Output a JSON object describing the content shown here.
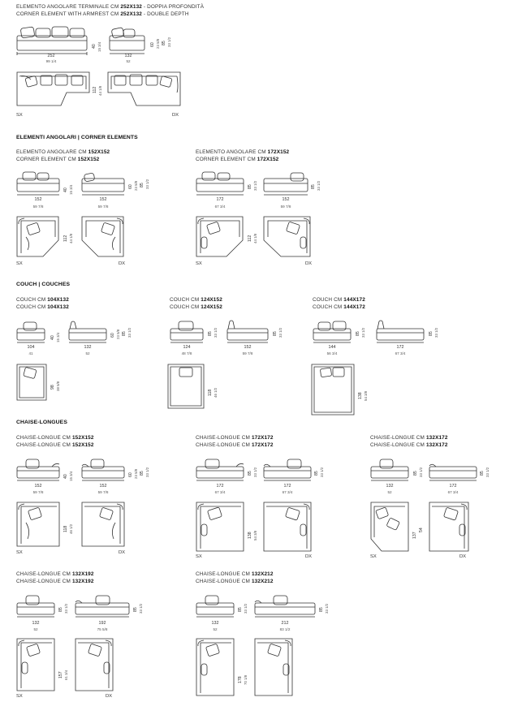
{
  "sections": {
    "terminal": {
      "cap1_plain": "ELEMENTO ANGOLARE TERMINALE CM ",
      "cap1_bold": "252X132",
      "cap1_tail": " - DOPPIA PROFONDITÀ",
      "cap2_plain": "CORNER ELEMENT WITH ARMREST CM ",
      "cap2_bold": "252X132",
      "cap2_tail": " - DOUBLE DEPTH",
      "w1_cm": "252",
      "w1_in": "99 1/4",
      "w2_cm": "132",
      "w2_in": "52",
      "h1_cm": "40",
      "h1_in": "15 3/4",
      "h2_cm": "60",
      "h2_in": "23 5/8",
      "h3_cm": "85",
      "h3_in": "33 1/2",
      "d_cm": "112",
      "d_in": "44 1/8",
      "sx": "SX",
      "dx": "DX"
    },
    "corner": {
      "title": "ELEMENTI ANGOLARI | CORNER ELEMENTS",
      "a_cap1_plain": "ELEMENTO ANGOLARE CM ",
      "a_cap1_bold": "152X152",
      "a_cap2_plain": "CORNER ELEMENT CM ",
      "a_cap2_bold": "152X152",
      "b_cap1_plain": "ELEMENTO ANGOLARE CM ",
      "b_cap1_bold": "172X152",
      "b_cap2_plain": "CORNER ELEMENT CM ",
      "b_cap2_bold": "172X152",
      "a_w1_cm": "152",
      "a_w1_in": "59 7/8",
      "a_w2_cm": "152",
      "a_w2_in": "59 7/8",
      "a_h1_cm": "40",
      "a_h1_in": "15 3/4",
      "a_h2_cm": "60",
      "a_h2_in": "23 5/8",
      "a_h3_cm": "85",
      "a_h3_in": "33 1/2",
      "a_d_cm": "112",
      "a_d_in": "44 1/8",
      "b_w1_cm": "172",
      "b_w1_in": "67 3/4",
      "b_w2_cm": "152",
      "b_w2_in": "59 7/8",
      "b_h1_cm": "85",
      "b_h1_in": "33 1/2",
      "b_h2_cm": "85",
      "b_h2_in": "33 1/2",
      "b_d_cm": "112",
      "b_d_in": "44 1/8",
      "sx": "SX",
      "dx": "DX"
    },
    "couch": {
      "title": "COUCH | COUCHES",
      "a_cap1_plain": "COUCH CM ",
      "a_cap1_bold": "104X132",
      "a_cap2_plain": "COUCH CM ",
      "a_cap2_bold": "104X132",
      "b_cap1_plain": "COUCH CM ",
      "b_cap1_bold": "124X152",
      "b_cap2_plain": "COUCH CM ",
      "b_cap2_bold": "124X152",
      "c_cap1_plain": "COUCH CM ",
      "c_cap1_bold": "144X172",
      "c_cap2_plain": "COUCH CM ",
      "c_cap2_bold": "144X172",
      "a_w1_cm": "104",
      "a_w1_in": "41",
      "a_w2_cm": "132",
      "a_w2_in": "52",
      "a_h1_cm": "40",
      "a_h1_in": "15 3/4",
      "a_h2_cm": "60",
      "a_h2_in": "23 5/8",
      "a_h3_cm": "85",
      "a_h3_in": "33 1/2",
      "a_d_cm": "98",
      "a_d_in": "38 5/8",
      "b_w1_cm": "124",
      "b_w1_in": "48 7/8",
      "b_w2_cm": "152",
      "b_w2_in": "59 7/8",
      "b_h1_cm": "85",
      "b_h1_in": "33 1/2",
      "b_h2_cm": "85",
      "b_h2_in": "33 1/2",
      "b_d_cm": "118",
      "b_d_in": "46 1/2",
      "c_w1_cm": "144",
      "c_w1_in": "56 3/4",
      "c_w2_cm": "172",
      "c_w2_in": "67 3/4",
      "c_h1_cm": "85",
      "c_h1_in": "33 1/2",
      "c_h2_cm": "85",
      "c_h2_in": "33 1/2",
      "c_d_cm": "138",
      "c_d_in": "54 3/8"
    },
    "chaise": {
      "title": "CHAISE-LONGUES",
      "a_cap1_plain": "CHAISE-LONGUE CM ",
      "a_cap1_bold": "152X152",
      "a_cap2_plain": "CHAISE-LONGUE CM ",
      "a_cap2_bold": "152X152",
      "b_cap1_plain": "CHAISE-LONGUE CM ",
      "b_cap1_bold": "172X172",
      "b_cap2_plain": "CHAISE-LONGUE CM ",
      "b_cap2_bold": "172X172",
      "c_cap1_plain": "CHAISE-LONGUE CM ",
      "c_cap1_bold": "132X172",
      "c_cap2_plain": "CHAISE-LONGUE CM ",
      "c_cap2_bold": "132X172",
      "d_cap1_plain": "CHAISE-LONGUE CM ",
      "d_cap1_bold": "132X192",
      "d_cap2_plain": "CHAISE-LONGUE CM ",
      "d_cap2_bold": "132X192",
      "e_cap1_plain": "CHAISE-LONGUE CM ",
      "e_cap1_bold": "132X212",
      "e_cap2_plain": "CHAISE-LONGUE CM ",
      "e_cap2_bold": "132X212",
      "a_w1_cm": "152",
      "a_w1_in": "59 7/8",
      "a_w2_cm": "152",
      "a_w2_in": "59 7/8",
      "a_h1_cm": "40",
      "a_h1_in": "15 3/4",
      "a_h2_cm": "60",
      "a_h2_in": "23 5/8",
      "a_h3_cm": "85",
      "a_h3_in": "33 1/2",
      "a_d_cm": "118",
      "a_d_in": "46 1/2",
      "b_w1_cm": "172",
      "b_w1_in": "67 3/4",
      "b_w2_cm": "172",
      "b_w2_in": "67 3/4",
      "b_h1_cm": "85",
      "b_h1_in": "33 1/2",
      "b_h2_cm": "85",
      "b_h2_in": "33 1/2",
      "b_d_cm": "138",
      "b_d_in": "54 3/8",
      "c_w1_cm": "132",
      "c_w1_in": "52",
      "c_w2_cm": "172",
      "c_w2_in": "67 3/4",
      "c_h1_cm": "85",
      "c_h1_in": "33 1/2",
      "c_h2_cm": "85",
      "c_h2_in": "33 1/2",
      "c_d1_cm": "137",
      "c_d2_cm": "54",
      "d_w1_cm": "132",
      "d_w1_in": "52",
      "d_w2_cm": "192",
      "d_w2_in": "75 5/8",
      "d_h1_cm": "85",
      "d_h1_in": "33 1/2",
      "d_h2_cm": "85",
      "d_h2_in": "33 1/2",
      "d_d_cm": "157",
      "d_d_in": "61 3/4",
      "e_w1_cm": "132",
      "e_w1_in": "52",
      "e_w2_cm": "212",
      "e_w2_in": "83 1/2",
      "e_h1_cm": "85",
      "e_h1_in": "33 1/2",
      "e_h2_cm": "85",
      "e_h2_in": "33 1/2",
      "e_d_cm": "178",
      "e_d_in": "70 1/8",
      "sx": "SX",
      "dx": "DX"
    }
  }
}
